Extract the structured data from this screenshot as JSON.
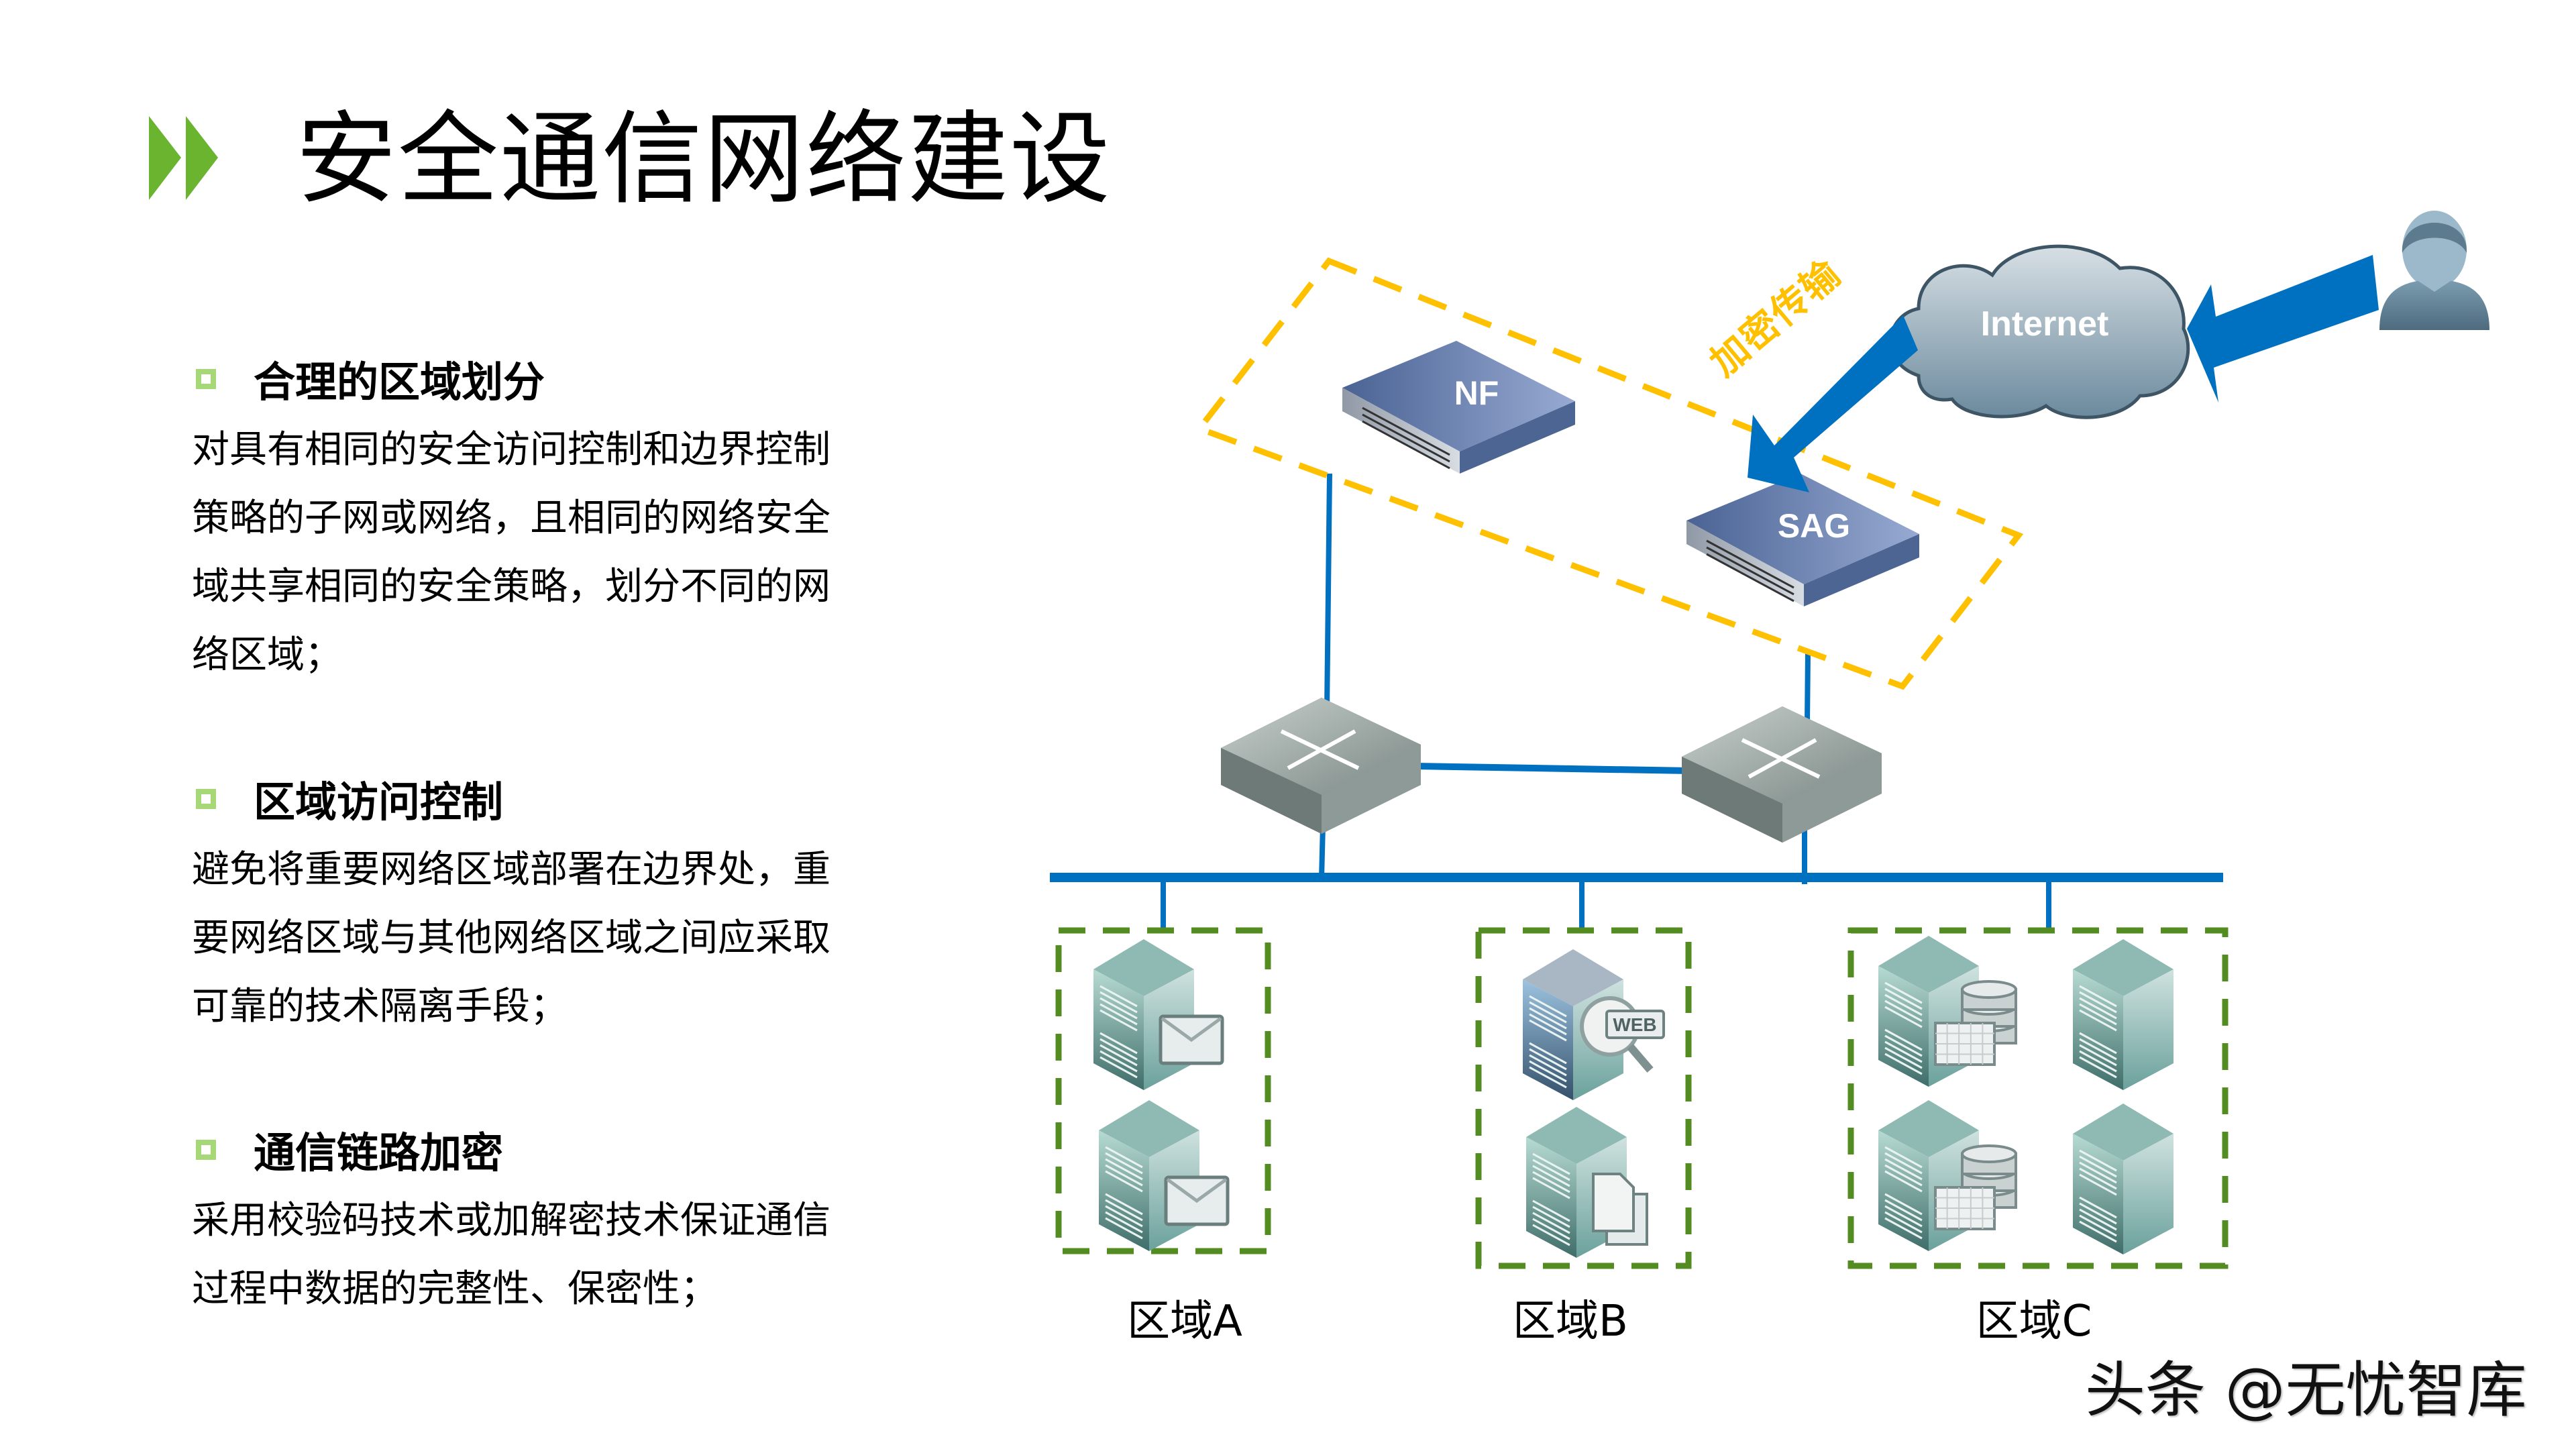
{
  "header": {
    "title": "安全通信网络建设",
    "accent_color": "#6ab42f"
  },
  "sections": [
    {
      "title": "合理的区域划分",
      "lines": [
        "对具有相同的安全访问控制和边界控制",
        "策略的子网或网络，且相同的网络安全",
        "域共享相同的安全策略，划分不同的网",
        "络区域；"
      ]
    },
    {
      "title": "区域访问控制",
      "lines": [
        "避免将重要网络区域部署在边界处，重",
        "要网络区域与其他网络区域之间应采取",
        "可靠的技术隔离手段；"
      ]
    },
    {
      "title": "通信链路加密",
      "lines": [
        "采用校验码技术或加解密技术保证通信",
        "过程中数据的完整性、保密性；"
      ]
    }
  ],
  "diagram": {
    "encrypted_label": "加密传输",
    "internet_label": "Internet",
    "devices": {
      "nf": "NF",
      "sag": "SAG"
    },
    "zones": [
      {
        "label": "区域A",
        "servers": [
          "mail-server",
          "mail-server"
        ]
      },
      {
        "label": "区域B",
        "servers": [
          "web-server",
          "file-server"
        ]
      },
      {
        "label": "区域C",
        "servers": [
          "database-server",
          "server",
          "database-server",
          "server"
        ]
      }
    ],
    "colors": {
      "link": "#0070c0",
      "encrypted_zone_border": "#ffc000",
      "zone_border": "#538d22",
      "bullet": "#a6d877"
    }
  },
  "watermark": "头条 @无忧智库"
}
